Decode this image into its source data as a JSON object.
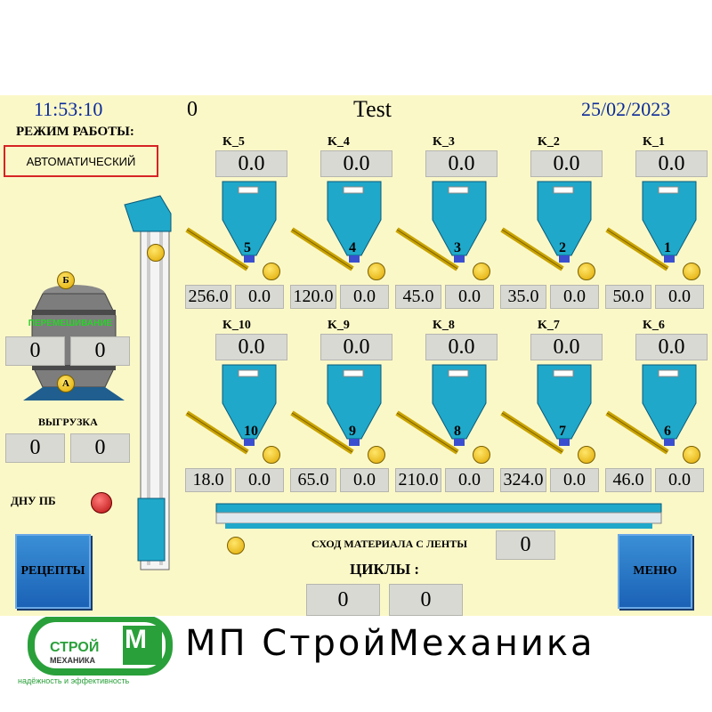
{
  "header": {
    "time": "11:53:10",
    "counter": "0",
    "title": "Test",
    "date": "25/02/2023"
  },
  "mode": {
    "label": "РЕЖИМ РАБОТЫ:",
    "value": "АВТОМАТИЧЕСКИЙ"
  },
  "mixer": {
    "status": "ПЕРЕМЕШИВАНИЕ",
    "value_left": "0",
    "value_right": "0",
    "marker_top": "Б",
    "marker_bottom": "А"
  },
  "unload": {
    "label": "ВЫГРУЗКА",
    "value_left": "0",
    "value_right": "0"
  },
  "bottom_sensor": {
    "label": "ДНУ ПБ"
  },
  "bins_top": [
    {
      "name": "K_5",
      "weight": "0.0",
      "number": "5",
      "target": "256.0",
      "actual": "0.0"
    },
    {
      "name": "K_4",
      "weight": "0.0",
      "number": "4",
      "target": "120.0",
      "actual": "0.0"
    },
    {
      "name": "K_3",
      "weight": "0.0",
      "number": "3",
      "target": "45.0",
      "actual": "0.0"
    },
    {
      "name": "K_2",
      "weight": "0.0",
      "number": "2",
      "target": "35.0",
      "actual": "0.0"
    },
    {
      "name": "K_1",
      "weight": "0.0",
      "number": "1",
      "target": "50.0",
      "actual": "0.0"
    }
  ],
  "bins_bottom": [
    {
      "name": "K_10",
      "weight": "0.0",
      "number": "10",
      "target": "18.0",
      "actual": "0.0"
    },
    {
      "name": "K_9",
      "weight": "0.0",
      "number": "9",
      "target": "65.0",
      "actual": "0.0"
    },
    {
      "name": "K_8",
      "weight": "0.0",
      "number": "8",
      "target": "210.0",
      "actual": "0.0"
    },
    {
      "name": "K_7",
      "weight": "0.0",
      "number": "7",
      "target": "324.0",
      "actual": "0.0"
    },
    {
      "name": "K_6",
      "weight": "0.0",
      "number": "6",
      "target": "46.0",
      "actual": "0.0"
    }
  ],
  "belt": {
    "label": "СХОД МАТЕРИАЛА С ЛЕНТЫ",
    "value": "0"
  },
  "cycles": {
    "label": "ЦИКЛЫ :",
    "value_left": "0",
    "value_right": "0"
  },
  "buttons": {
    "recipes": "РЕЦЕПТЫ",
    "menu": "МЕНЮ"
  },
  "brand": {
    "name": "МП СтройМеханика",
    "logo_top": "СТРОЙ",
    "logo_bottom": "МЕХАНИКА",
    "logo_letter": "М",
    "slogan": "надёжность и эффективность"
  },
  "colors": {
    "panel": "#fbf8c8",
    "hopper": "#1fa8c9",
    "accent_blue": "#0a2a9a",
    "led_red": "#d52424",
    "brand_green": "#2aa03a"
  }
}
